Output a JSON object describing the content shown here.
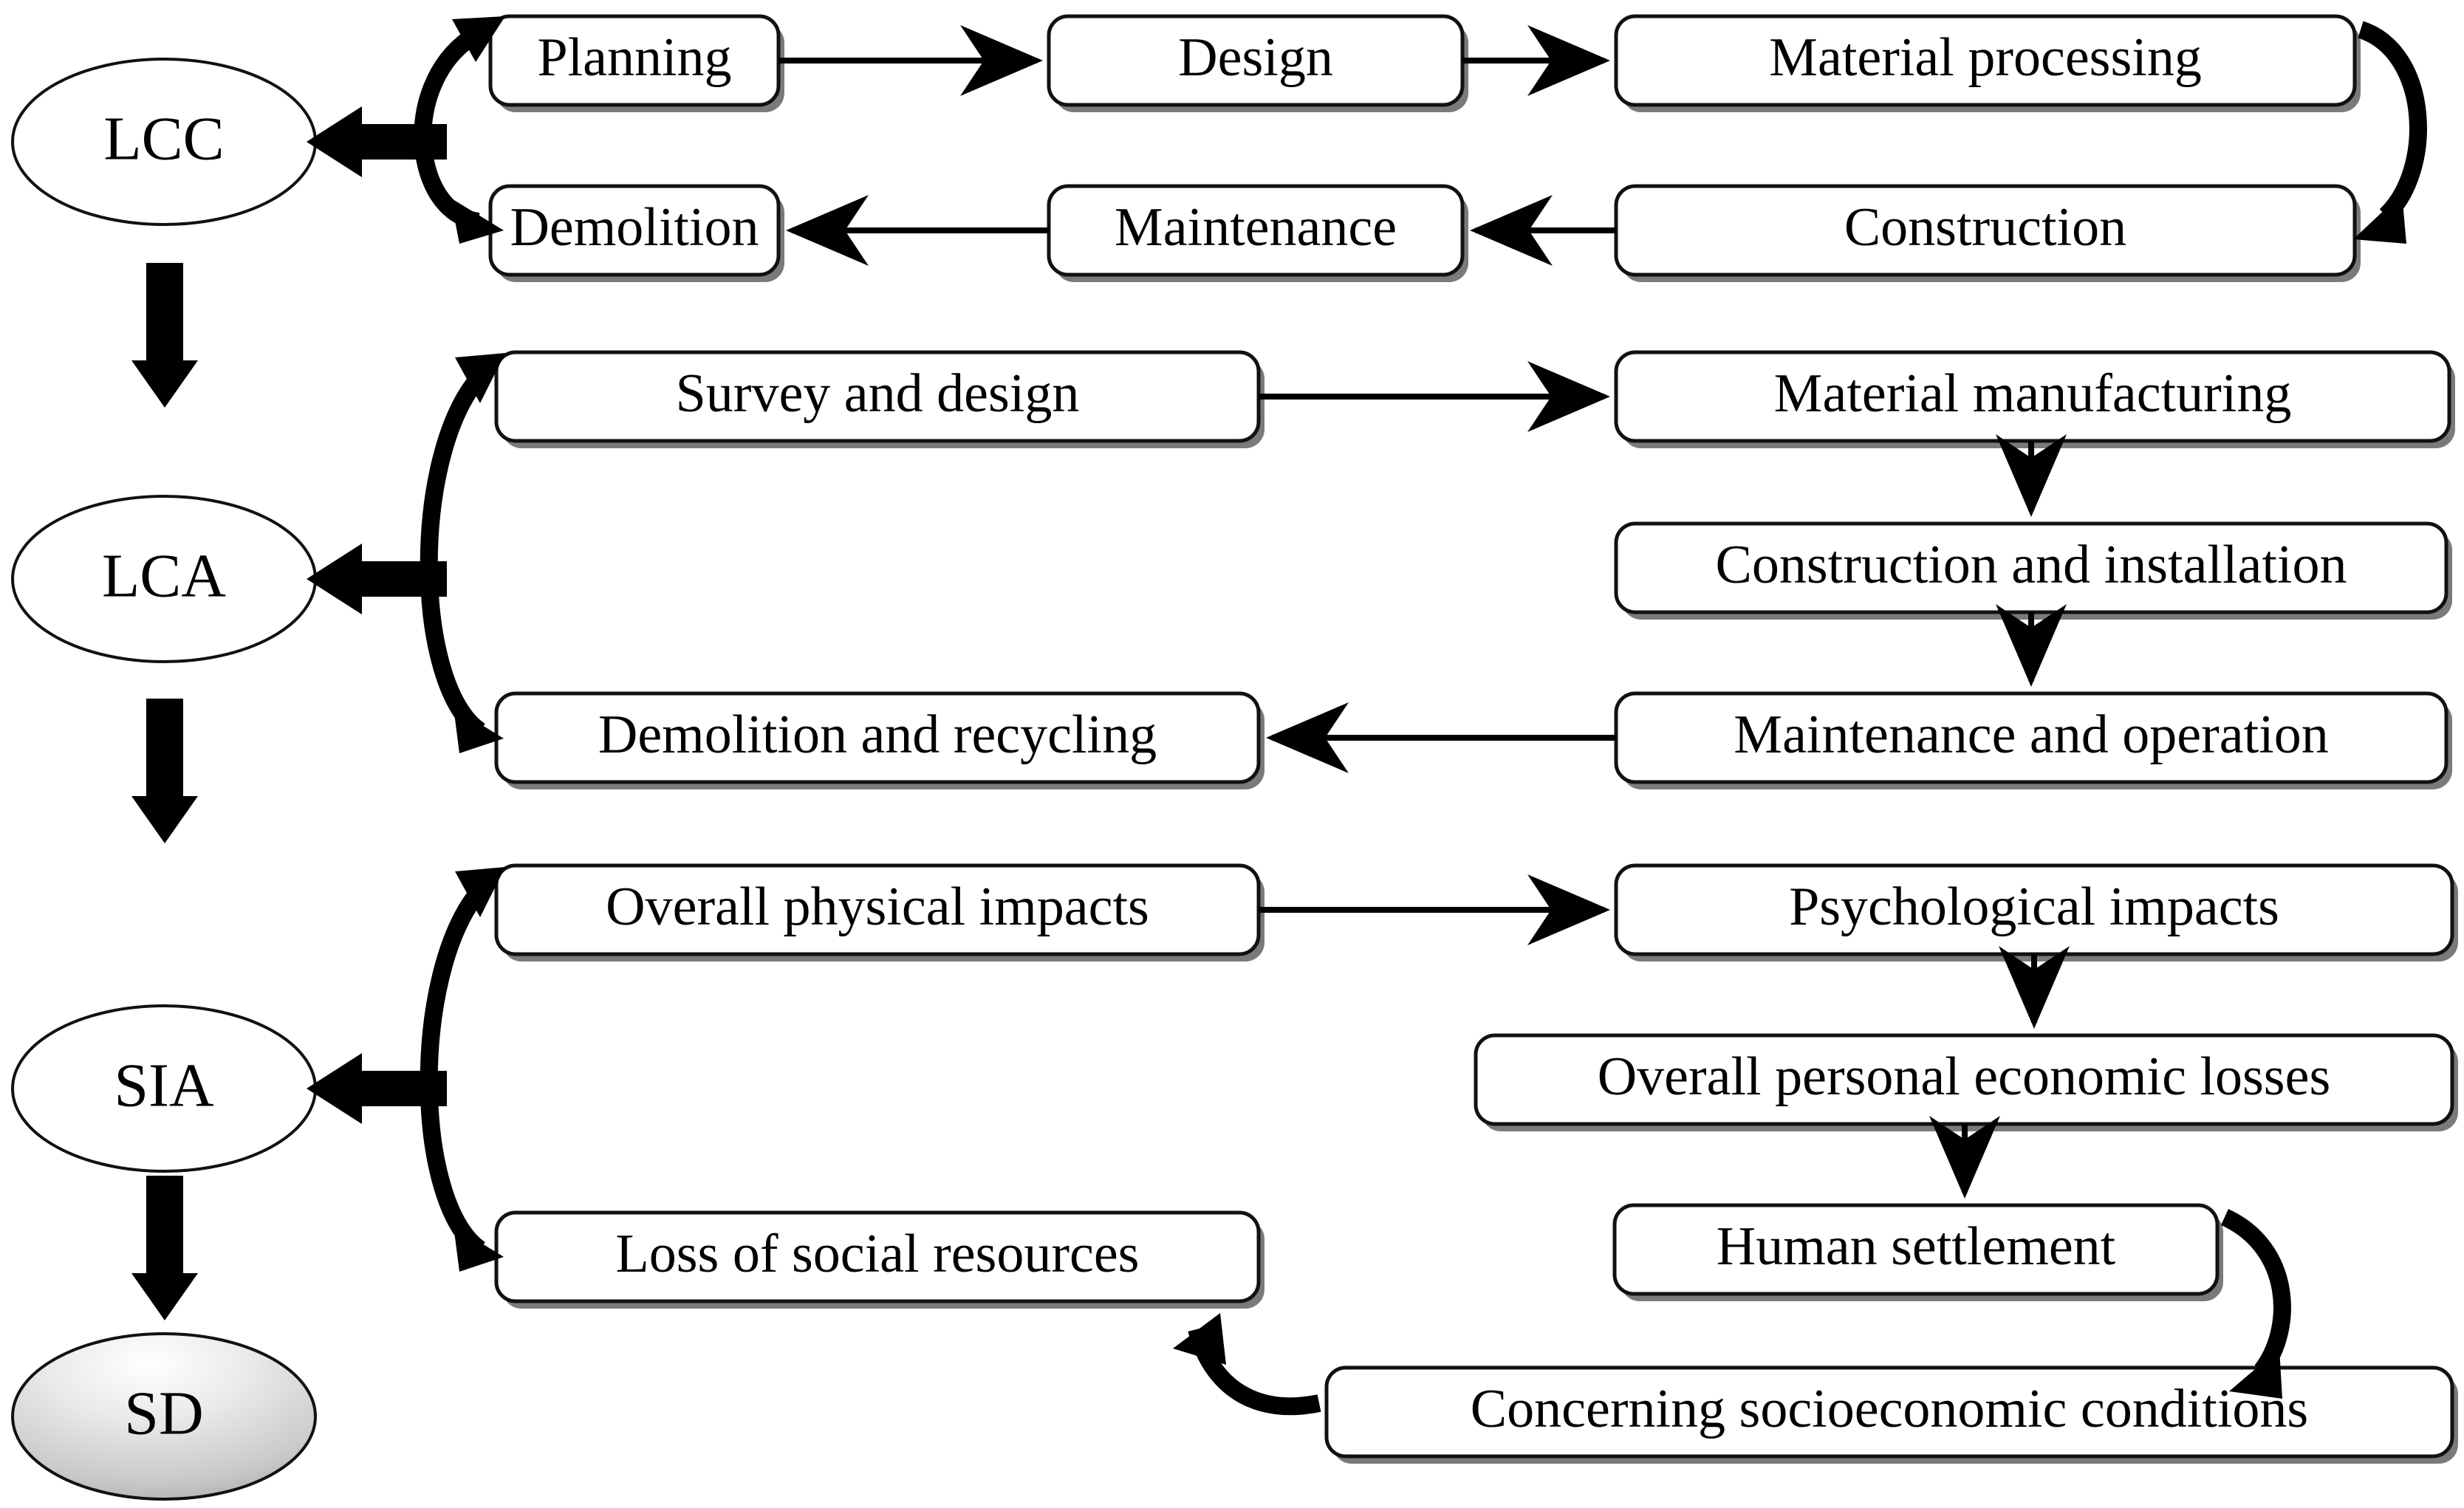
{
  "diagram": {
    "title": "Sustainable development assessment framework",
    "type": "flowchart",
    "background_color": "#ffffff",
    "stroke_color": "#000000",
    "box_fill": "#ffffff",
    "sd_gradient_light": "#ffffff",
    "sd_gradient_dark": "#a9a9a9"
  },
  "stages": [
    {
      "id": "lcc",
      "oval_label": "LCC",
      "boxes_top": [
        "Planning",
        "Design",
        "Material processing"
      ],
      "boxes_bottom": [
        "Construction",
        "Maintenance",
        "Demolition"
      ]
    },
    {
      "id": "lca",
      "oval_label": "LCA",
      "boxes_left": [
        "Survey and design",
        "Demolition and recycling"
      ],
      "boxes_right": [
        "Material manufacturing",
        "Construction and installation",
        "Maintenance and operation"
      ]
    },
    {
      "id": "sia",
      "oval_label": "SIA",
      "boxes_left": [
        "Overall physical impacts",
        "Loss of social resources"
      ],
      "boxes_right": [
        "Psychological impacts",
        "Overall personal economic losses",
        "Human settlement",
        "Concerning socioeconomic conditions"
      ]
    }
  ],
  "outcome": {
    "id": "sd",
    "oval_label": "SD"
  },
  "nodes": {
    "lcc": "LCC",
    "lca": "LCA",
    "sia": "SIA",
    "sd": "SD",
    "planning": "Planning",
    "design": "Design",
    "material_processing": "Material processing",
    "construction": "Construction",
    "maintenance": "Maintenance",
    "demolition": "Demolition",
    "survey_and_design": "Survey and design",
    "material_manufacturing": "Material manufacturing",
    "construction_and_installation": "Construction and installation",
    "maintenance_and_operation": "Maintenance and operation",
    "demolition_and_recycling": "Demolition and recycling",
    "overall_physical_impacts": "Overall physical impacts",
    "psychological_impacts": "Psychological impacts",
    "overall_personal_economic_losses": "Overall personal economic losses",
    "human_settlement": "Human settlement",
    "concerning_socioeconomic_conditions": "Concerning socioeconomic conditions",
    "loss_of_social_resources": "Loss of social resources"
  }
}
